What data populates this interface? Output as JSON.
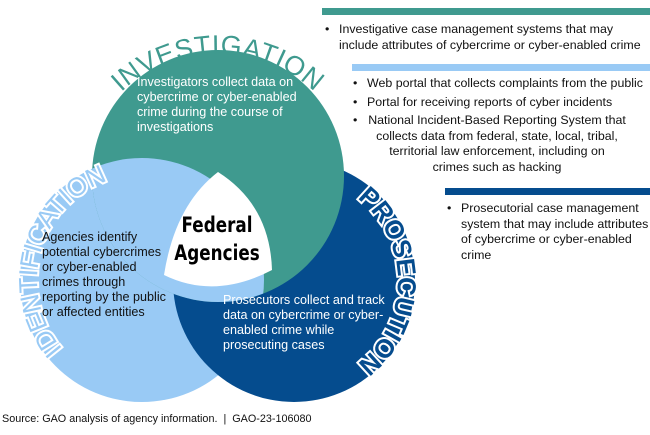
{
  "colors": {
    "investigation": "#3f9a8f",
    "identification": "#99caf5",
    "prosecution": "#054c8e"
  },
  "labels": {
    "investigation": "INVESTIGATION",
    "identification": "IDENTIFICATION",
    "prosecution": "PROSECUTION",
    "center_line1": "Federal",
    "center_line2": "Agencies"
  },
  "circles": {
    "investigation": "Investigators collect data on cybercrime or cyber-enabled crime during the course of investigations",
    "identification": "Agencies identify potential cybercrimes or cyber-enabled crimes through reporting by the public or affected entities",
    "prosecution": "Prosecutors collect and track data on cybercrime or cyber-enabled crime while prosecuting cases"
  },
  "systems": {
    "investigation": [
      "Investigative case management systems that may include attributes of cybercrime or cyber-enabled crime"
    ],
    "identification": [
      "Web portal that collects complaints from the public",
      "Portal for receiving reports of cyber incidents"
    ],
    "identification_nibrs": {
      "line1": "National Incident-Based Reporting System that",
      "line2": "collects data from federal, state, local, tribal,",
      "line3": "territorial law enforcement, including on",
      "line4": "crimes such as hacking"
    },
    "prosecution": [
      "Prosecutorial case management system that may include attributes of cybercrime or cyber-enabled crime"
    ]
  },
  "bullet": "•",
  "footer": "Source: GAO analysis of agency information.  |  GAO-23-106080"
}
